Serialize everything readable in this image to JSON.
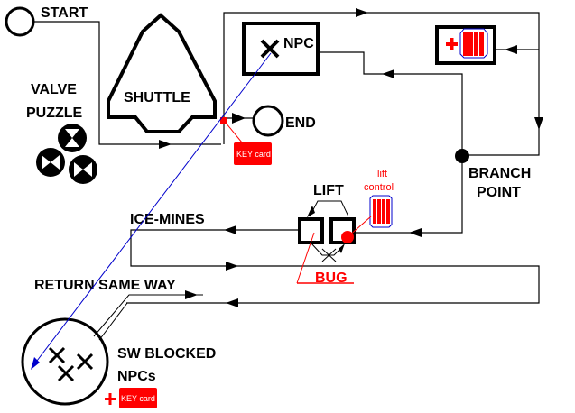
{
  "diagram": {
    "title": "Level flow diagram",
    "nodes": {
      "start": "START",
      "end": "END",
      "shuttle": "SHUTTLE",
      "valve_puzzle_line1": "VALVE",
      "valve_puzzle_line2": "PUZZLE",
      "npc": "NPC",
      "branch_line1": "BRANCH",
      "branch_line2": "POINT",
      "lift": "LIFT",
      "lift_control_line1": "lift",
      "lift_control_line2": "control",
      "ice_mines": "ICE-MINES",
      "bug": "BUG",
      "return_same_way": "RETURN SAME WAY",
      "sw_blocked_line1": "SW BLOCKED",
      "sw_blocked_line2": "NPCs",
      "keycard_1": "KEY card",
      "keycard_2": "KEY card"
    },
    "colors": {
      "line": "#000000",
      "accent_red": "#ff0000",
      "accent_blue": "#0000cc",
      "background": "#ffffff"
    },
    "icons": {
      "health_pack": "plus-icon",
      "battery": "battery-icon",
      "npc_marker": "x-mark-icon",
      "valve": "valve-icon"
    }
  }
}
